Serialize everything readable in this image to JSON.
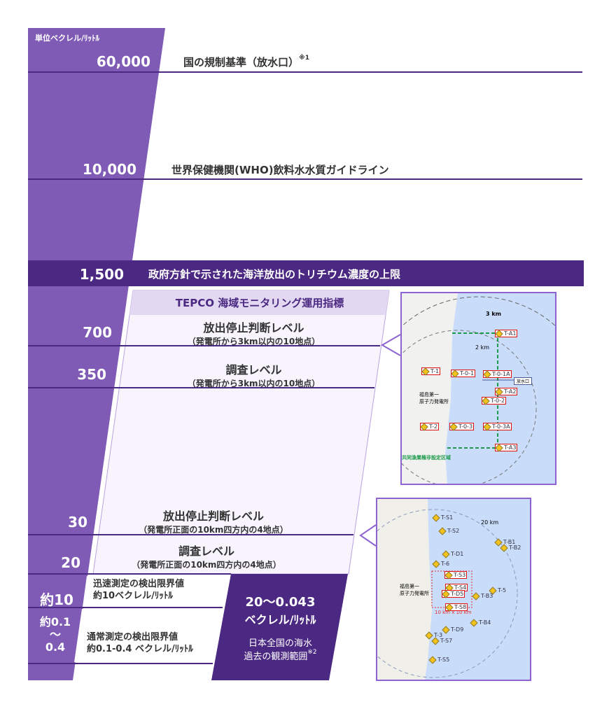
{
  "unit_label": "単位ベクレル/ﾘｯﾄﾙ",
  "colors": {
    "purple": "#7f5bb5",
    "dark_purple": "#4b2882",
    "panel_header": "#e2d8f1",
    "panel_body": "#f7f4fd",
    "map_border": "#8d63d2"
  },
  "levels": [
    {
      "value": "60,000",
      "label": "国の規制基準（放水口）",
      "note": "※1"
    },
    {
      "value": "10,000",
      "label": "世界保健機関(WHO)飲料水水質ガイドライン"
    },
    {
      "value": "1,500",
      "label": "政府方針で示された海洋放出のトリチウム濃度の上限"
    }
  ],
  "tepco_panel": {
    "title": "TEPCO 海域モニタリング運用指標",
    "rows": [
      {
        "value": "700",
        "title": "放出停止判断レベル",
        "sub": "（発電所から3km以内の10地点）"
      },
      {
        "value": "350",
        "title": "調査レベル",
        "sub": "（発電所から3km以内の10地点）"
      },
      {
        "value": "30",
        "title": "放出停止判断レベル",
        "sub": "（発電所正面の10km四方内の4地点）"
      },
      {
        "value": "20",
        "title": "調査レベル",
        "sub": "（発電所正面の10km四方内の4地点）"
      }
    ]
  },
  "detection": [
    {
      "value": "約10",
      "line1": "迅速測定の検出限界値",
      "line2": "約10ベクレル/ﾘｯﾄﾙ"
    },
    {
      "value_lines": [
        "約0.1",
        "～",
        "0.4"
      ],
      "line1": "通常測定の検出限界値",
      "line2": "約0.1-0.4 ベクレル/ﾘｯﾄﾙ"
    }
  ],
  "seawater": {
    "range": "20～0.043",
    "unit": "ベクレル/ﾘｯﾄﾙ",
    "line1": "日本全国の海水",
    "line2": "過去の観測範囲",
    "note": "※2"
  },
  "map_3km": {
    "radius_labels": [
      "3 km",
      "2 km"
    ],
    "plant_label": [
      "福島第一",
      "原子力発電所"
    ],
    "outlet_label": "放水口",
    "zone_label": "共同漁業権非設定区域",
    "points": [
      "T-A1",
      "T-1",
      "T-0-1",
      "T-0-1A",
      "T-A2",
      "T-0-2",
      "T-2",
      "T-0-3",
      "T-0-3A",
      "T-A3"
    ]
  },
  "map_20km": {
    "radius_label": "20 km",
    "box_label": "10 km x 10 km",
    "plant_label": [
      "福島第一",
      "原子力発電所"
    ],
    "points": [
      "T-S1",
      "T-S2",
      "T-B1",
      "T-B2",
      "T-D1",
      "T-6",
      "T-S3",
      "T-S4",
      "T-D5",
      "T-S8",
      "T-5",
      "T-B3",
      "T-B4",
      "T-D9",
      "T-3",
      "T-S7",
      "T-S5"
    ]
  }
}
